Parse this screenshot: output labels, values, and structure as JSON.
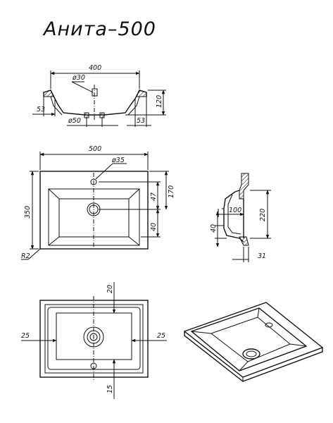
{
  "title": "Анита–500",
  "front_view": {
    "width": "400",
    "hole": "ø30",
    "rim_left": "53",
    "drain": "ø50",
    "rim_right": "53",
    "height": "120"
  },
  "top_view": {
    "width": "500",
    "hole": "ø35",
    "depth": "350",
    "radius": "R2",
    "right_top": "47",
    "right_total": "170",
    "right_bottom": "40"
  },
  "side_view": {
    "drain_offset": "100",
    "height": "220",
    "left_bottom": "40",
    "base": "31"
  },
  "bottom_view": {
    "top": "20",
    "left": "25",
    "right": "25",
    "bottom": "15"
  }
}
